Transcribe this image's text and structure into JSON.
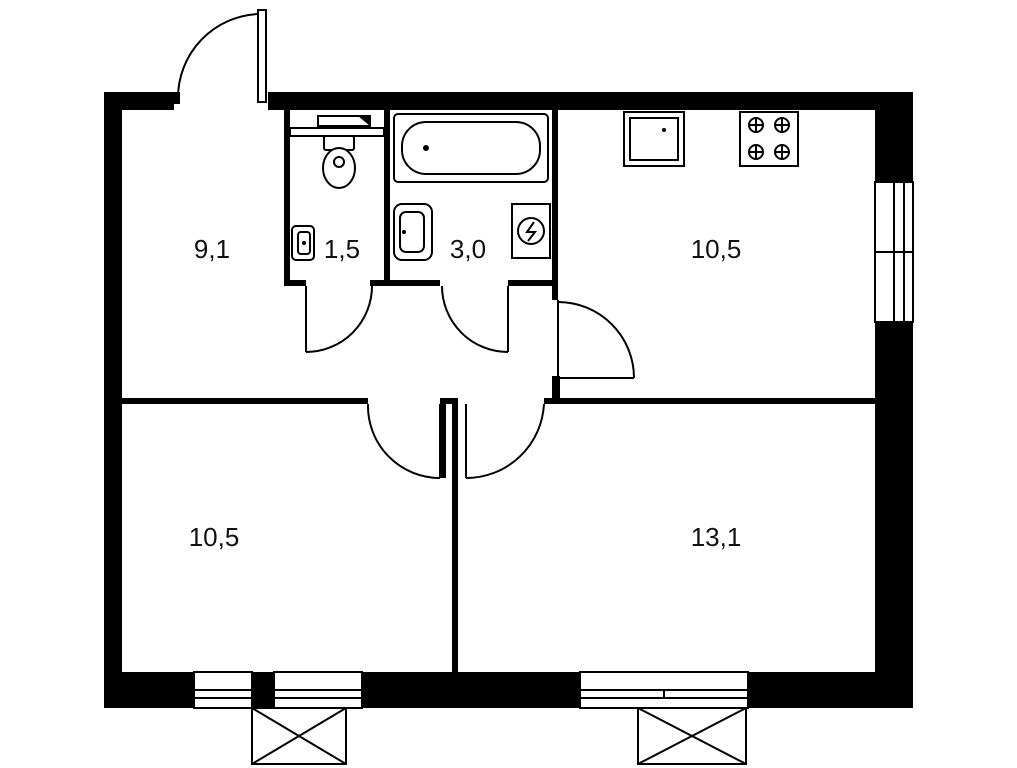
{
  "plan": {
    "colors": {
      "wall": "#000000",
      "background": "#ffffff",
      "text": "#111111"
    },
    "rooms": [
      {
        "id": "hall",
        "area": "9,1"
      },
      {
        "id": "toilet",
        "area": "1,5"
      },
      {
        "id": "bathroom",
        "area": "3,0"
      },
      {
        "id": "kitchen",
        "area": "10,5"
      },
      {
        "id": "bedroom",
        "area": "10,5"
      },
      {
        "id": "living-room",
        "area": "13,1"
      }
    ]
  }
}
